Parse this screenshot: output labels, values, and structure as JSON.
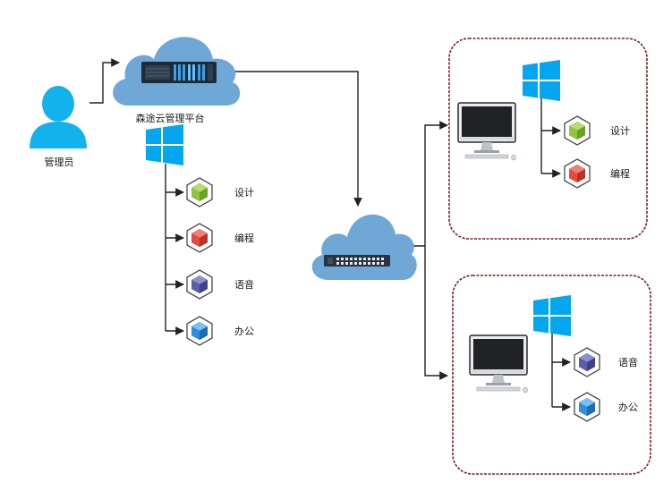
{
  "admin": {
    "label": "管理员"
  },
  "platform": {
    "label": "森途云管理平台"
  },
  "apps_master": [
    {
      "label": "设计",
      "icon": "cube-green-icon",
      "color": "#8cc63f"
    },
    {
      "label": "编程",
      "icon": "cube-red-icon",
      "color": "#e84a3c"
    },
    {
      "label": "语音",
      "icon": "cube-indigo-icon",
      "color": "#5a5fa8"
    },
    {
      "label": "办公",
      "icon": "cube-blue-icon",
      "color": "#2e8fe0"
    }
  ],
  "terminal_1": {
    "apps": [
      {
        "label": "设计",
        "icon": "cube-green-icon",
        "color": "#8cc63f"
      },
      {
        "label": "编程",
        "icon": "cube-red-icon",
        "color": "#e84a3c"
      }
    ]
  },
  "terminal_2": {
    "apps": [
      {
        "label": "语音",
        "icon": "cube-indigo-icon",
        "color": "#5a5fa8"
      },
      {
        "label": "办公",
        "icon": "cube-blue-icon",
        "color": "#2e8fe0"
      }
    ]
  },
  "colors": {
    "cloud": "#6fa8d6",
    "user": "#12b3ec",
    "windows": "#05a6f0",
    "frame": "#7a1f22",
    "line": "#222222"
  }
}
